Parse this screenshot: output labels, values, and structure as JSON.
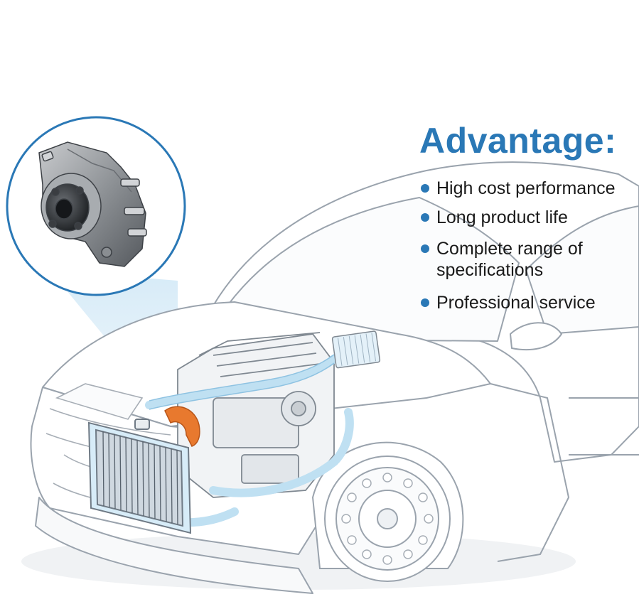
{
  "headline": "Advantage:",
  "advantages": [
    "High cost performance",
    "Long product life",
    "Complete range of specifications",
    "Professional service"
  ],
  "colors": {
    "accent": "#2a78b6",
    "line": "#9aa3ad",
    "coolant": "#bfe0f2",
    "pump_highlight": "#e8792e",
    "callout_fill": "#d7ecf8"
  },
  "illustration": {
    "subject": "car-engine-cutaway",
    "inset": "water-pump-closeup"
  }
}
